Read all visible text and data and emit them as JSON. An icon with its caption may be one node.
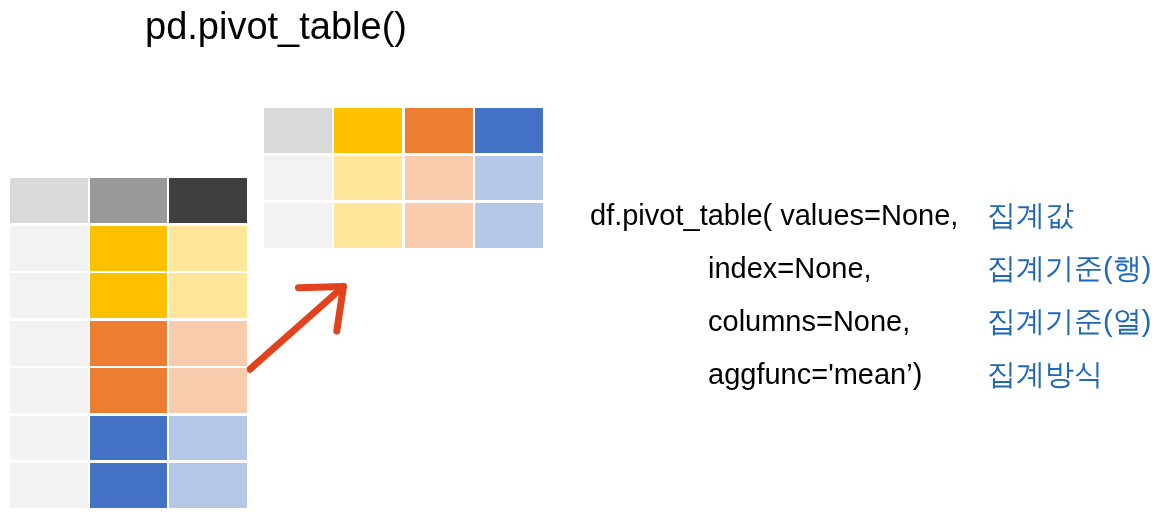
{
  "diagram": {
    "title": "pd.pivot_table()",
    "nodes": [
      {
        "text": [],
        "shape": "table"
      },
      {
        "text": [],
        "shape": "table"
      }
    ],
    "edges": [
      {
        "from": 0,
        "to": 1,
        "arrow": "to"
      }
    ],
    "labels": [
      "df.pivot_table( values=None,",
      "집계값",
      "index=None,",
      "집계기준(행)",
      "columns=None,",
      "집계기준(열)",
      "aggfunc='mean’)",
      "집계방식"
    ]
  }
}
